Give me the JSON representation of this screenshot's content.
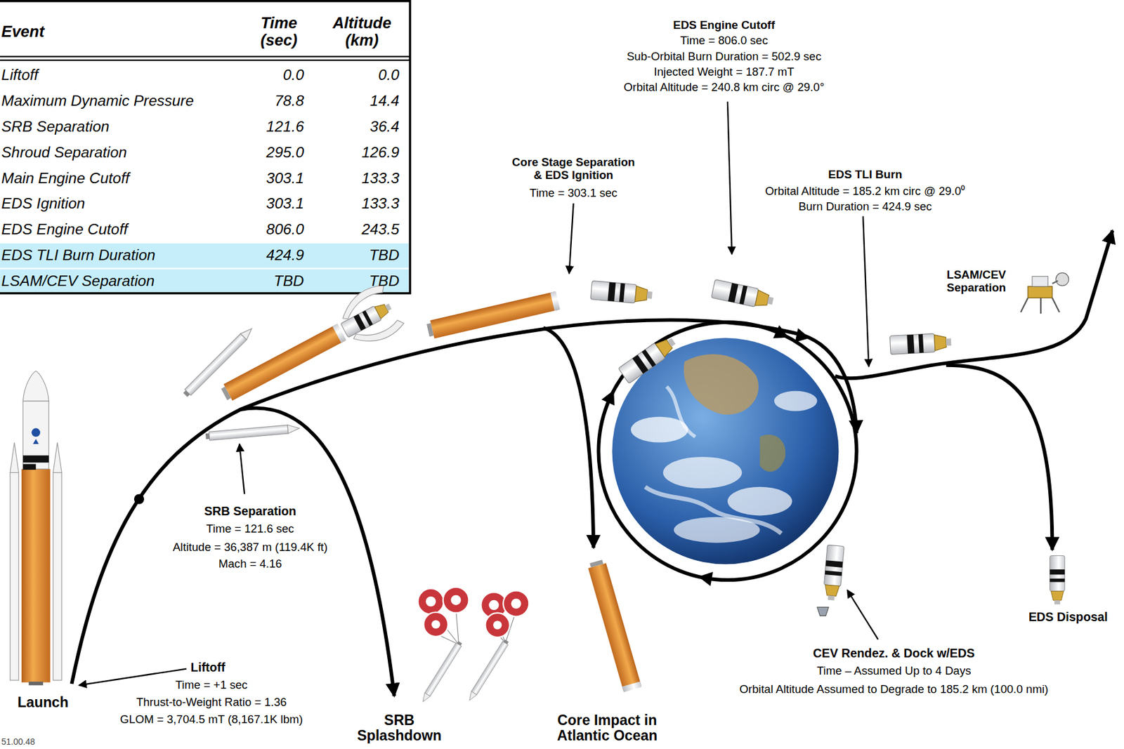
{
  "diagram": {
    "labels": [
      "Event",
      "Time (sec)",
      "Altitude (km)",
      "Liftoff",
      "0.0",
      "0.0",
      "Maximum Dynamic Pressure",
      "78.8",
      "14.4",
      "SRB Separation",
      "121.6",
      "36.4",
      "Shroud Separation",
      "295.0",
      "126.9",
      "Main Engine Cutoff",
      "303.1",
      "133.3",
      "EDS Ignition",
      "303.1",
      "133.3",
      "EDS Engine Cutoff",
      "806.0",
      "243.5",
      "EDS TLI Burn Duration",
      "424.9",
      "TBD",
      "LSAM/CEV Separation",
      "TBD",
      "TBD",
      "EDS Engine Cutoff",
      "Time = 806.0 sec",
      "Sub-Orbital Burn Duration = 502.9 sec",
      "Injected Weight = 187.7 mT",
      "Orbital Altitude = 240.8 km circ @ 29.0°",
      "Core Stage Separation & EDS Ignition",
      "Time = 303.1 sec",
      "EDS TLI Burn",
      "Orbital Altitude = 185.2 km circ @ 29.0⁰",
      "Burn Duration = 424.9 sec",
      "LSAM/CEV Separation",
      "SRB Separation",
      "Time = 121.6 sec",
      "Altitude = 36,387 m (119.4K ft)",
      "Mach = 4.16",
      "SRB Splashdown",
      "Core Impact in Atlantic Ocean",
      "EDS Disposal",
      "CEV Rendez. & Dock w/EDS",
      "Time – Assumed Up to 4 Days",
      "Orbital Altitude Assumed to Degrade to 185.2 km (100.0 nmi)",
      "Liftoff",
      "Time = +1 sec",
      "Thrust-to-Weight Ratio = 1.36",
      "GLOM = 3,704.5 mT (8,167.1K lbm)",
      "Launch",
      "51.00.48"
    ]
  }
}
